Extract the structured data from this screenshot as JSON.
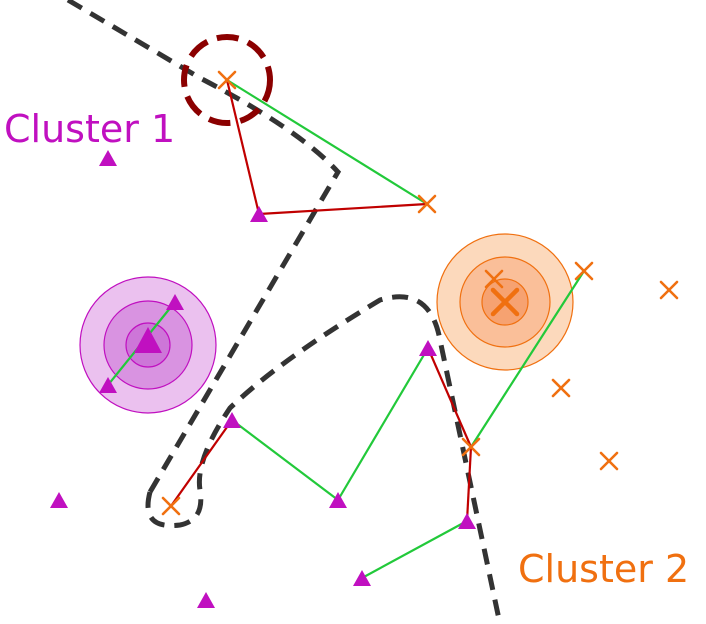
{
  "labels": {
    "cluster1": "Cluster 1",
    "cluster2": "Cluster 2"
  },
  "colors": {
    "cluster1": "#c010c0",
    "cluster2": "#f07010",
    "boundary": "#333333",
    "green_link": "#22c93a",
    "red_link": "#c00000",
    "highlight_ring": "#8b0000"
  },
  "legend_marker_semantics": {
    "cluster1_marker": "triangle",
    "cluster2_marker": "cross"
  }
}
